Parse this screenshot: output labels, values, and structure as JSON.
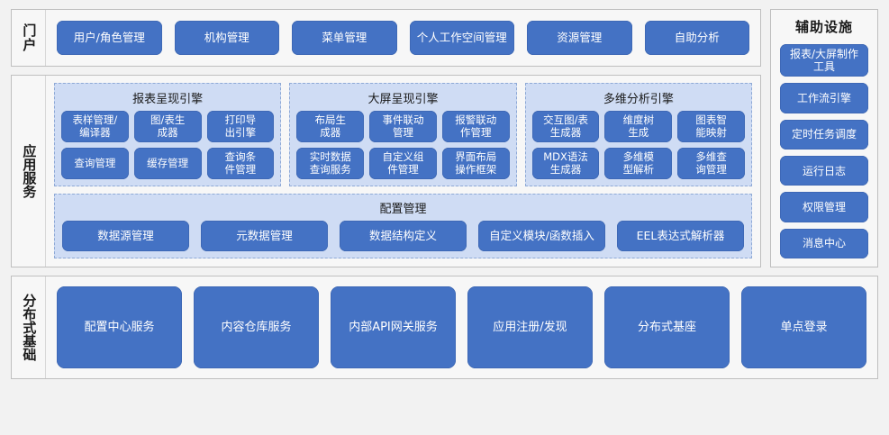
{
  "portal": {
    "label": "门户",
    "items": [
      {
        "label": "用户/角色管理"
      },
      {
        "label": "机构管理"
      },
      {
        "label": "菜单管理"
      },
      {
        "label": "个人工作空间管理"
      },
      {
        "label": "资源管理"
      },
      {
        "label": "自助分析"
      }
    ]
  },
  "aux": {
    "title": "辅助设施",
    "items": [
      {
        "label": "报表/大屏制作工具"
      },
      {
        "label": "工作流引擎"
      },
      {
        "label": "定时任务调度"
      },
      {
        "label": "运行日志"
      },
      {
        "label": "权限管理"
      },
      {
        "label": "消息中心"
      }
    ]
  },
  "app_services": {
    "label": "应用服务",
    "engines": [
      {
        "title": "报表呈现引擎",
        "items": [
          {
            "label": "表样管理/\n编译器"
          },
          {
            "label": "图/表生\n成器"
          },
          {
            "label": "打印导\n出引擎"
          },
          {
            "label": "查询管理"
          },
          {
            "label": "缓存管理"
          },
          {
            "label": "查询条\n件管理"
          }
        ]
      },
      {
        "title": "大屏呈现引擎",
        "items": [
          {
            "label": "布局生\n成器"
          },
          {
            "label": "事件联动\n管理"
          },
          {
            "label": "报警联动\n作管理"
          },
          {
            "label": "实时数据\n查询服务"
          },
          {
            "label": "自定义组\n件管理"
          },
          {
            "label": "界面布局\n操作框架"
          }
        ]
      },
      {
        "title": "多维分析引擎",
        "items": [
          {
            "label": "交互图/表\n生成器"
          },
          {
            "label": "维度树\n生成"
          },
          {
            "label": "图表智\n能映射"
          },
          {
            "label": "MDX语法\n生成器"
          },
          {
            "label": "多维模\n型解析"
          },
          {
            "label": "多维查\n询管理"
          }
        ]
      }
    ],
    "config": {
      "title": "配置管理",
      "items": [
        {
          "label": "数据源管理"
        },
        {
          "label": "元数据管理"
        },
        {
          "label": "数据结构定义"
        },
        {
          "label": "自定义模块/函数插入"
        },
        {
          "label": "EEL表达式解析器"
        }
      ]
    }
  },
  "distributed": {
    "label": "分布式基础",
    "items": [
      {
        "label": "配置中心服务"
      },
      {
        "label": "内容仓库服务"
      },
      {
        "label": "内部API网关服务"
      },
      {
        "label": "应用注册/发现"
      },
      {
        "label": "分布式基座"
      },
      {
        "label": "单点登录"
      }
    ]
  },
  "colors": {
    "button_fill": "#4472c4",
    "panel_fill": "#cfdcf4",
    "panel_border": "#8ea9d6",
    "section_border": "#bfbfbf",
    "background": "#f2f2f2"
  }
}
